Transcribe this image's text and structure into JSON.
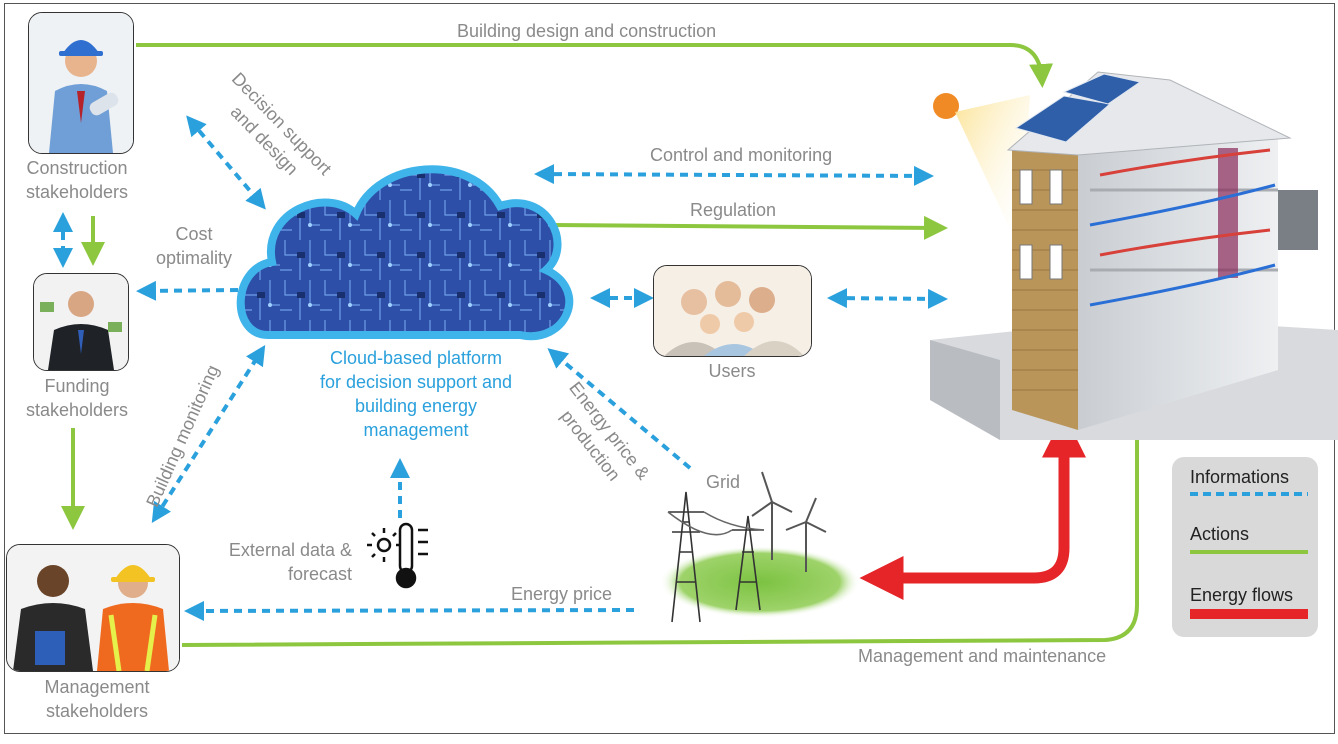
{
  "nodes": {
    "construction": "Construction\nstakeholders",
    "funding": "Funding\nstakeholders",
    "management": "Management\nstakeholders",
    "users": "Users",
    "grid": "Grid",
    "cloud": "Cloud-based platform\nfor decision support and\nbuilding energy\nmanagement",
    "external": "External data &\nforecast"
  },
  "edges": {
    "design": "Building design and construction",
    "decision": "Decision support\nand design",
    "cost": "Cost\noptimality",
    "control": "Control and monitoring",
    "regulation": "Regulation",
    "bmonitor": "Building monitoring",
    "eprod": "Energy price &\nproduction",
    "eprice": "Energy price",
    "maint": "Management and maintenance"
  },
  "legend": {
    "info": "Informations",
    "actions": "Actions",
    "energy": "Energy flows"
  },
  "colors": {
    "information": "#2aa0dc",
    "action": "#8dc63f",
    "energy": "#e52528",
    "label_gray": "#8a8a8a",
    "cloud_blue": "#2aa0dc"
  },
  "icons": [
    "construction-worker-icon",
    "businessman-icon",
    "managers-icon",
    "family-icon",
    "thermometer-sun-icon",
    "power-pylon-icon",
    "wind-turbine-icon",
    "building-cutaway-icon",
    "sun-icon",
    "circuit-cloud-icon"
  ]
}
